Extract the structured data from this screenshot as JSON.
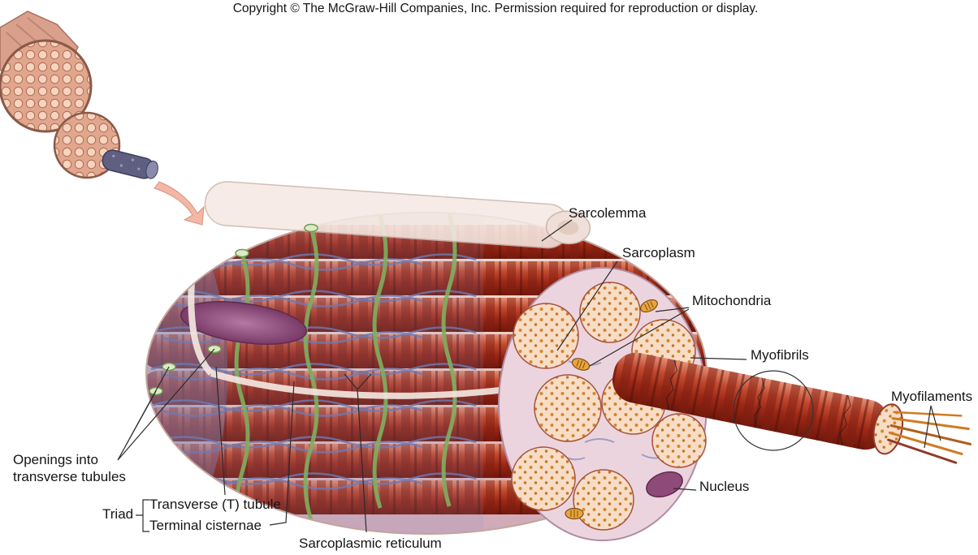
{
  "figure": {
    "copyright": "Copyright © The McGraw-Hill Companies, Inc. Permission required for reproduction or display."
  },
  "labels": {
    "sarcolemma": "Sarcolemma",
    "sarcoplasm": "Sarcoplasm",
    "mitochondria": "Mitochondria",
    "myofibrils": "Myofibrils",
    "myofilaments": "Myofilaments",
    "nucleus": "Nucleus",
    "openings_into_transverse_tubules": "Openings into transverse tubules",
    "triad": "Triad",
    "transverse_t_tubule": "Transverse (T) tubule",
    "terminal_cisternae": "Terminal cisternae",
    "sarcoplasmic_reticulum": "Sarcoplasmic reticulum"
  },
  "colors": {
    "myofibril_red": "#a52d1c",
    "sr_blue": "#6f7ab5",
    "t_tubule_green": "#7fb05f",
    "nucleus_purple": "#8e4a78",
    "cross_section_pink": "#f7dcc6",
    "membrane_cream": "#f5e9e3",
    "filament_orange": "#cf7b22"
  }
}
